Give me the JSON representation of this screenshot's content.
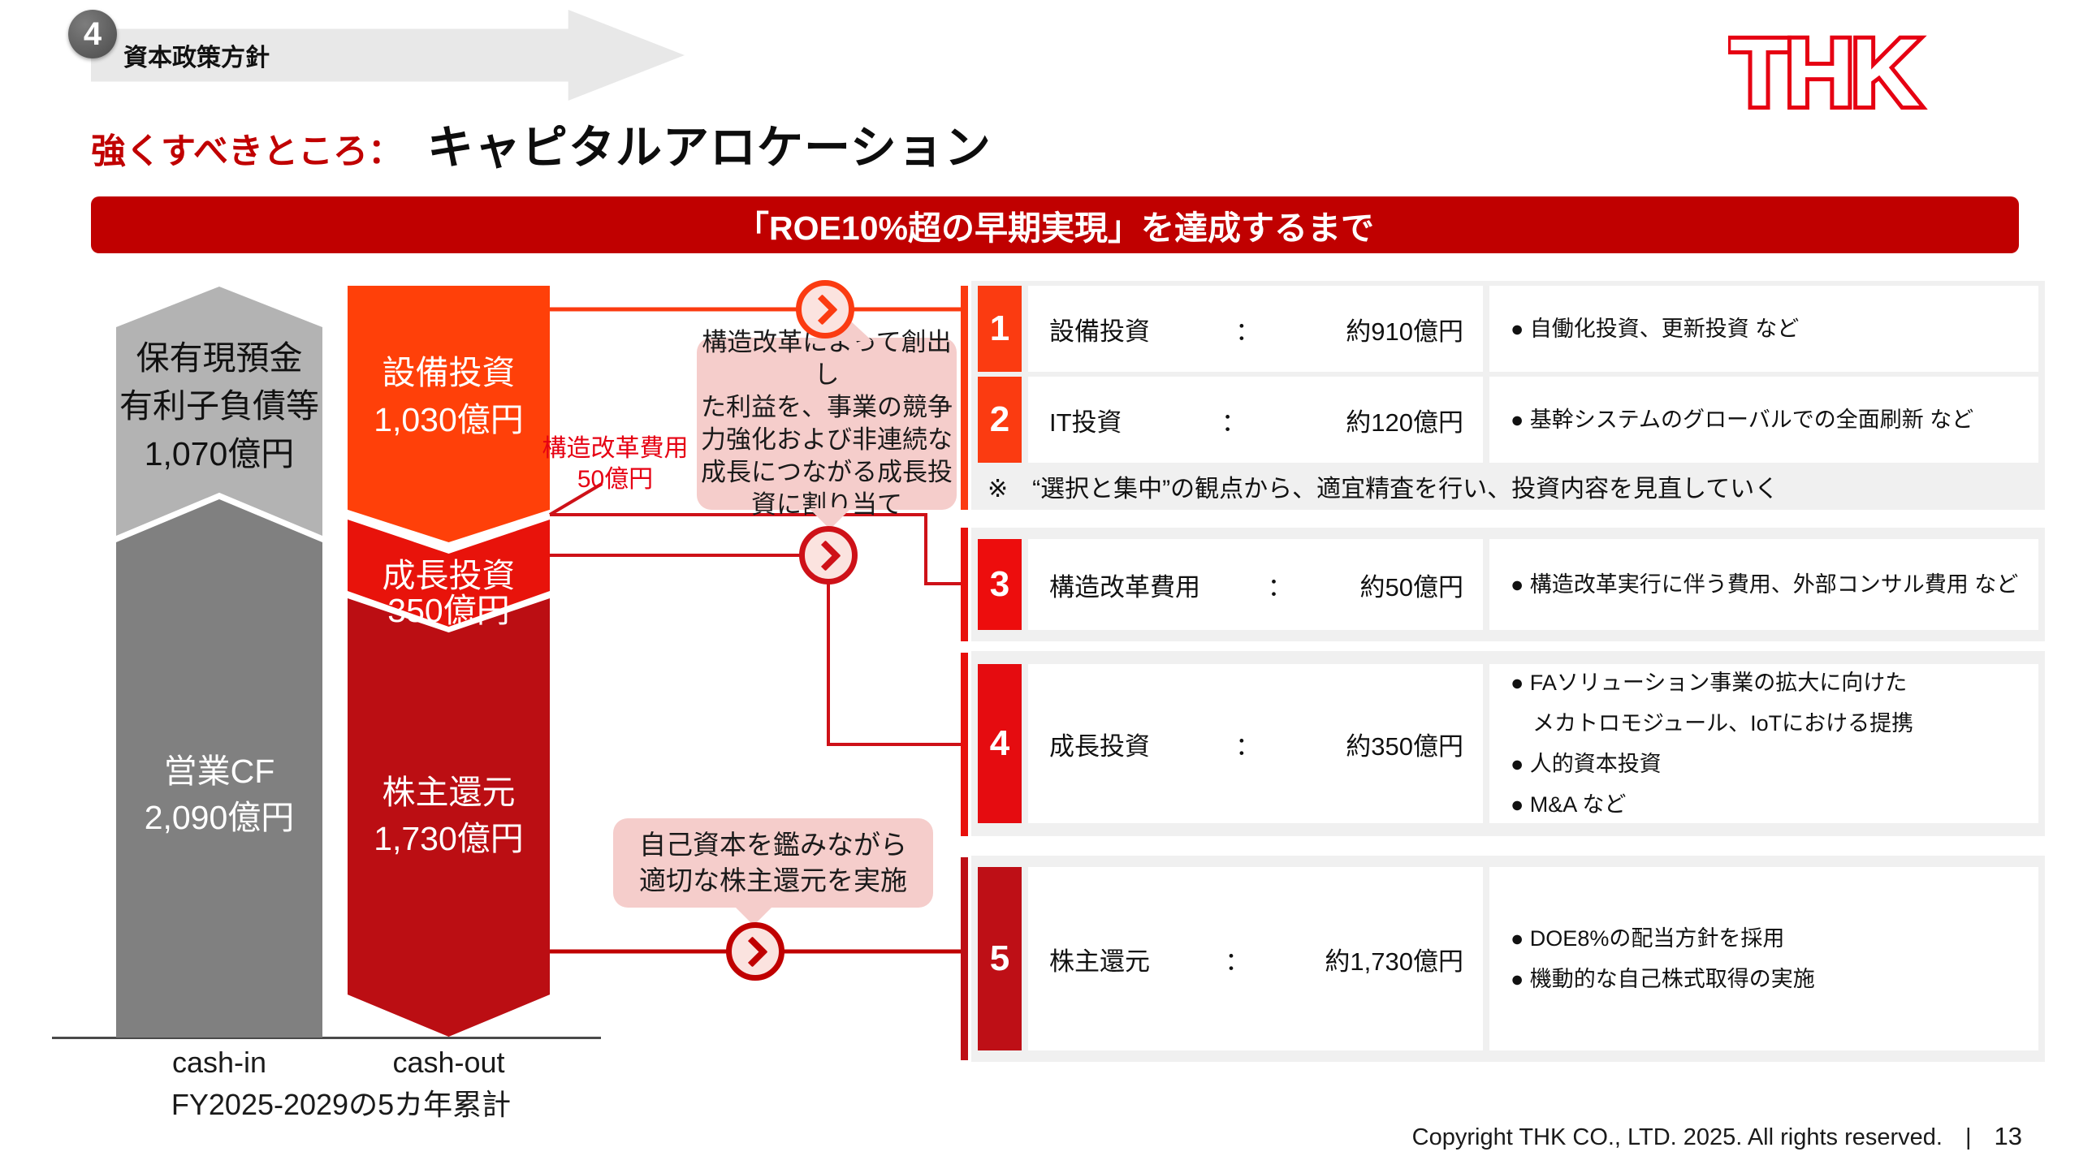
{
  "header": {
    "badge_number": "4",
    "section_label": "資本政策方針",
    "subtitle_prefix": "強くすべきところ：",
    "title": "キャピタルアロケーション",
    "logo_text": "THK"
  },
  "banner": "「ROE10%超の早期実現」を達成するまで",
  "bars": {
    "cash_in": {
      "seg1_text": "保有現預金\n有利子負債等\n1,070億円",
      "seg2_text": "営業CF\n2,090億円",
      "label": "cash-in"
    },
    "cash_out": {
      "seg1_text": "設備投資\n1,030億円",
      "seg2_text": "成長投資\n350億円",
      "seg3_text": "株主還元\n1,730億円",
      "label": "cash-out"
    },
    "axis_note": "FY2025-2029の5カ年累計"
  },
  "annotations": {
    "reform_cost": "構造改革費用\n50億円",
    "callout_reallocation": "構造改革によって創出し\nた利益を、事業の競争\n力強化および非連続な\n成長につながる成長投\n資に割り当て",
    "callout_shareholder": "自己資本を鑑みながら\n適切な株主還元を実施"
  },
  "panel": {
    "rows": [
      {
        "num": "1",
        "label": "設備投資",
        "colon": "：",
        "amount": "約910億円",
        "bullets": [
          "● 自働化投資、更新投資 など"
        ]
      },
      {
        "num": "2",
        "label": "IT投資",
        "colon": "：",
        "amount": "約120億円",
        "bullets": [
          "● 基幹システムのグローバルでの全面刷新 など"
        ]
      },
      {
        "num": "3",
        "label": "構造改革費用",
        "colon": "：",
        "amount": "約50億円",
        "bullets": [
          "● 構造改革実行に伴う費用、外部コンサル費用 など"
        ]
      },
      {
        "num": "4",
        "label": "成長投資",
        "colon": "：",
        "amount": "約350億円",
        "bullets": [
          "● FAソリューション事業の拡大に向けた",
          "　メカトロモジュール、IoTにおける提携",
          "● 人的資本投資",
          "● M&A など"
        ]
      },
      {
        "num": "5",
        "label": "株主還元",
        "colon": "：",
        "amount": "約1,730億円",
        "bullets": [
          "● DOE8%の配当方針を採用",
          "● 機動的な自己株式取得の実施"
        ]
      }
    ],
    "note": "※　“選択と集中”の観点から、適宜精査を行い、投資内容を見直していく"
  },
  "footer": {
    "copyright": "Copyright THK CO., LTD. 2025. All rights reserved.",
    "divider": "|",
    "page": "13"
  },
  "colors": {
    "brand_red": "#E60012",
    "dark_red": "#C00000",
    "bright_red": "#E8130B",
    "orange_red": "#FF4009",
    "light_gray_bar": "#B3B3B3",
    "dark_gray_bar": "#808080",
    "callout_pink": "#F5CDCB",
    "row_bg_gray": "#F0F0F0"
  },
  "chart_data": {
    "type": "bar",
    "subtype": "stacked-bars-cash-flow",
    "title": "「ROE10%超の早期実現」を達成するまで",
    "unit": "億円",
    "period": "FY2025-2029の5カ年累計",
    "categories": [
      "cash-in",
      "cash-out"
    ],
    "series": [
      {
        "name": "cash-in",
        "segments": [
          {
            "label": "保有現預金 有利子負債等",
            "value": 1070
          },
          {
            "label": "営業CF",
            "value": 2090
          }
        ]
      },
      {
        "name": "cash-out",
        "segments": [
          {
            "label": "設備投資",
            "value": 1030
          },
          {
            "label": "成長投資",
            "value": 350
          },
          {
            "label": "株主還元",
            "value": 1730
          }
        ]
      }
    ],
    "breakdown_items": [
      {
        "no": 1,
        "label": "設備投資",
        "amount": "約910億円",
        "details": [
          "自働化投資、更新投資 など"
        ]
      },
      {
        "no": 2,
        "label": "IT投資",
        "amount": "約120億円",
        "details": [
          "基幹システムのグローバルでの全面刷新 など"
        ]
      },
      {
        "no": 3,
        "label": "構造改革費用",
        "amount": "約50億円",
        "details": [
          "構造改革実行に伴う費用、外部コンサル費用 など"
        ]
      },
      {
        "no": 4,
        "label": "成長投資",
        "amount": "約350億円",
        "details": [
          "FAソリューション事業の拡大に向けたメカトロモジュール、IoTにおける提携",
          "人的資本投資",
          "M&A など"
        ]
      },
      {
        "no": 5,
        "label": "株主還元",
        "amount": "約1,730億円",
        "details": [
          "DOE8%の配当方針を採用",
          "機動的な自己株式取得の実施"
        ]
      }
    ]
  }
}
